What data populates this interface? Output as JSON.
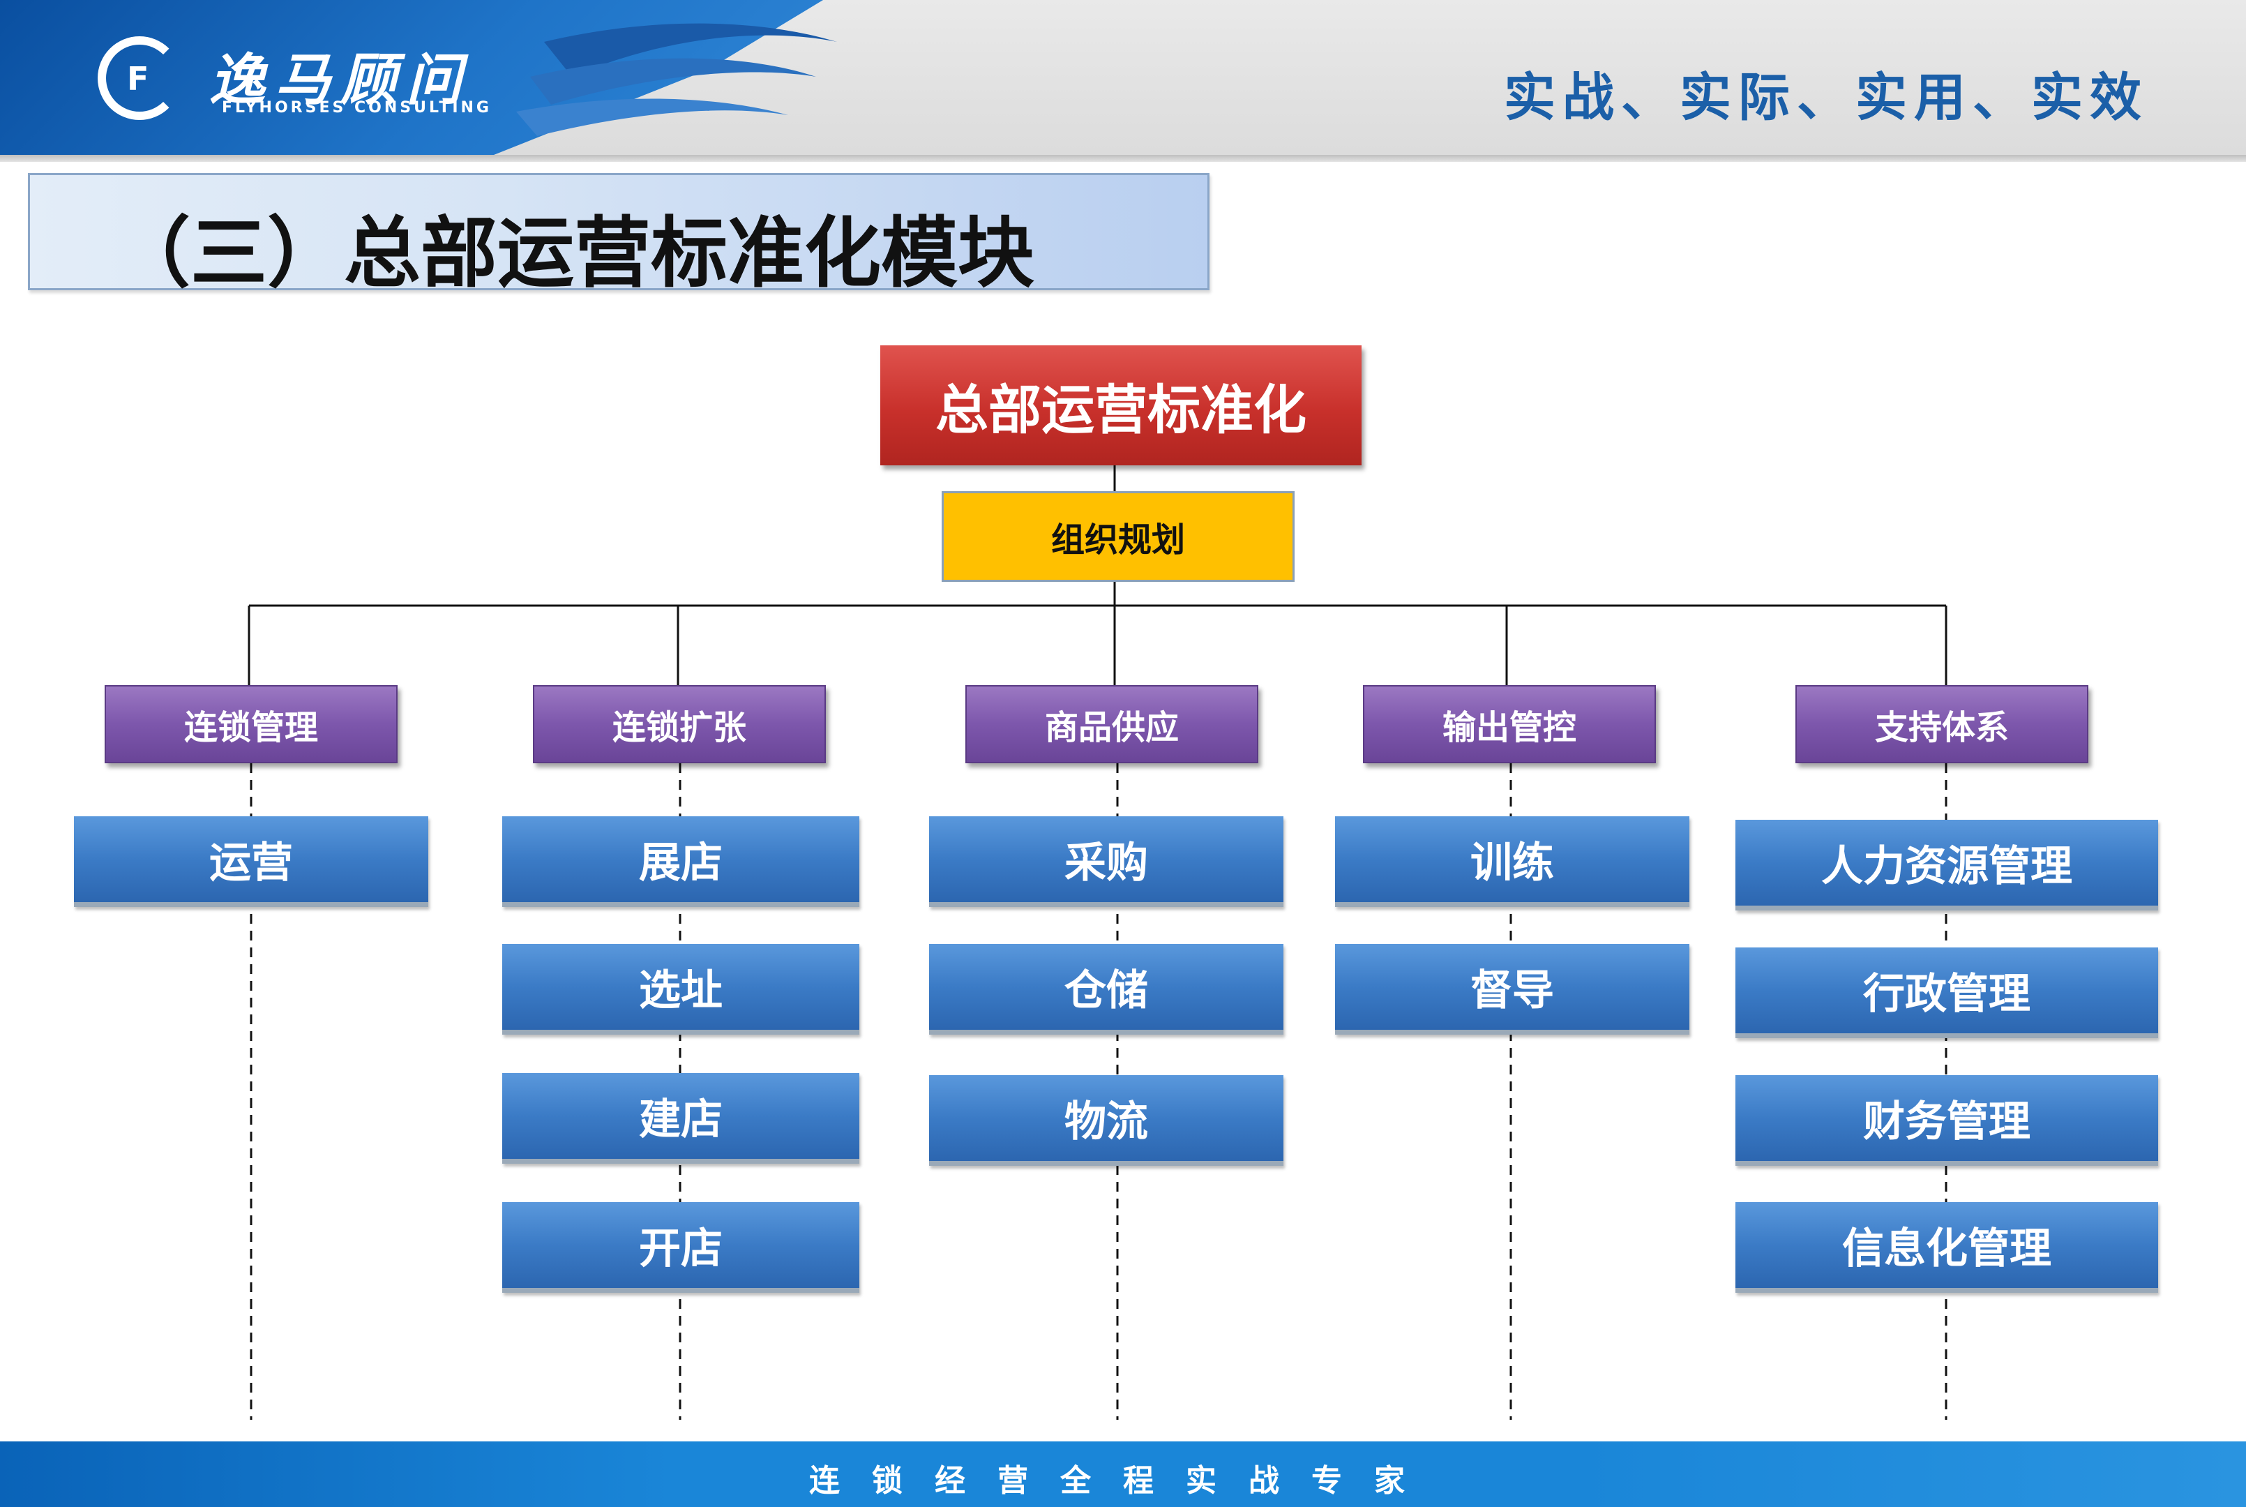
{
  "header": {
    "logo_cn": "逸马顾问",
    "logo_en": "FLYHORSES CONSULTING",
    "logo_mark": "F",
    "slogan": "实战、实际、实用、实效"
  },
  "section_title": "（三）总部运营标准化模块",
  "diagram": {
    "root": "总部运营标准化",
    "org": "组织规划",
    "columns": [
      {
        "category": "连锁管理",
        "items": [
          "运营"
        ]
      },
      {
        "category": "连锁扩张",
        "items": [
          "展店",
          "选址",
          "建店",
          "开店"
        ]
      },
      {
        "category": "商品供应",
        "items": [
          "采购",
          "仓储",
          "物流"
        ]
      },
      {
        "category": "输出管控",
        "items": [
          "训练",
          "督导"
        ]
      },
      {
        "category": "支持体系",
        "items": [
          "人力资源管理",
          "行政管理",
          "财务管理",
          "信息化管理"
        ]
      }
    ]
  },
  "footer": {
    "text": "连锁经营全程实战专家"
  },
  "colors": {
    "root": "#c8302b",
    "org": "#ffc000",
    "category": "#7d57ac",
    "leaf": "#3b7bc6",
    "brand": "#1b5fa8"
  }
}
